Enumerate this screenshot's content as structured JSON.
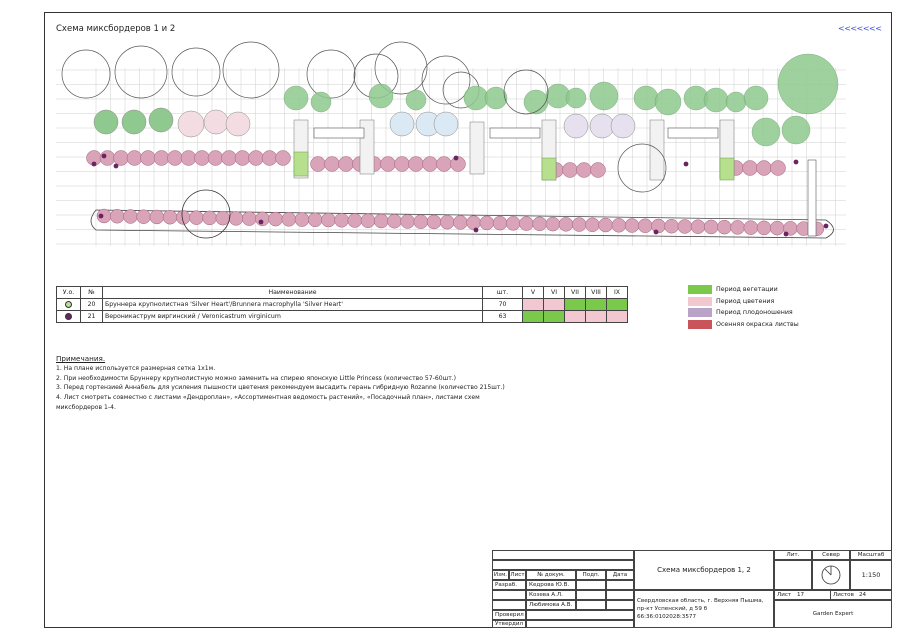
{
  "sheet": {
    "title": "Схема миксбордеров 1 и 2",
    "nav_arrows": "<<<<<<<"
  },
  "colors": {
    "green_shrub": "#8fc98f",
    "pink_circle": "#d9a3b8",
    "pink_period": "#f3c7cf",
    "green_period": "#7bc94a",
    "violet_period": "#b9a3c9",
    "red_period": "#c9545a",
    "grid": "#cfcfcf",
    "brunnera_dot": "#b8e09a",
    "veronicastrum_dot": "#6a2460"
  },
  "legend_table": {
    "headers": [
      "У.о.",
      "№",
      "Наименование",
      "шт.",
      "V",
      "VI",
      "VII",
      "VIII",
      "IX"
    ],
    "rows": [
      {
        "num": "20",
        "name": "Бруннера крупнолистная 'Silver Heart'/Brunnera macrophylla 'Silver Heart'",
        "qty": "70",
        "months": [
          "pink",
          "pink",
          "green",
          "green",
          "green"
        ],
        "dot_color": "#b8e09a"
      },
      {
        "num": "21",
        "name": "Вероникаструм виргинский / Veronicastrum virginicum",
        "qty": "63",
        "months": [
          "green",
          "green",
          "pink",
          "pink",
          "pink"
        ],
        "dot_color": "#6a2460"
      }
    ]
  },
  "periods": [
    {
      "label": "Период вегетации",
      "color": "#7bc94a"
    },
    {
      "label": "Период цветения",
      "color": "#f3c7cf"
    },
    {
      "label": "Период плодоношения",
      "color": "#b9a3c9"
    },
    {
      "label": "Осенняя окраска листвы",
      "color": "#c9545a"
    }
  ],
  "notes": {
    "heading": "Примечания.",
    "lines": [
      "1. На плане используется размерная сетка 1х1м.",
      "2. При необходимости Бруннеру крупнолистную можно заменить на спирею японскую Little Princess (количество 57-60шт.)",
      "3. Перед гортензией Аннабель для усиления пышности цветения рекомендуем высадить герань гибридную Rozanne (количество 215шт.)",
      "4. Лист смотреть совместно с листами «Дендроплан», «Ассортиментная ведомость растений», «Посадочный план», листами схем",
      "миксбордеров 1-4."
    ]
  },
  "stamp": {
    "izm": "Изм.",
    "list": "Лист",
    "ndok": "№ докум.",
    "podp": "Подп.",
    "data": "Дата",
    "razrab_label": "Разраб.",
    "razrab_name": "Кедрова Ю.В.",
    "name2": "Козева А.Л.",
    "name3": "Любимова А.В.",
    "proveril": "Проверил",
    "utverdil": "Утвердил",
    "doc_title": "Схема миксбордеров 1, 2",
    "address": [
      "Свердловская область, г. Верхняя Пышма,",
      "пр-кт Успенский, д 59 б",
      "66:36:0102028:3577"
    ],
    "lit": "Лит.",
    "sever": "Север",
    "masshtab": "Масштаб",
    "scale": "1:150",
    "list_label": "Лист",
    "list_num": "17",
    "listov_label": "Листов",
    "listov_num": "24",
    "company": "Garden Expert"
  }
}
